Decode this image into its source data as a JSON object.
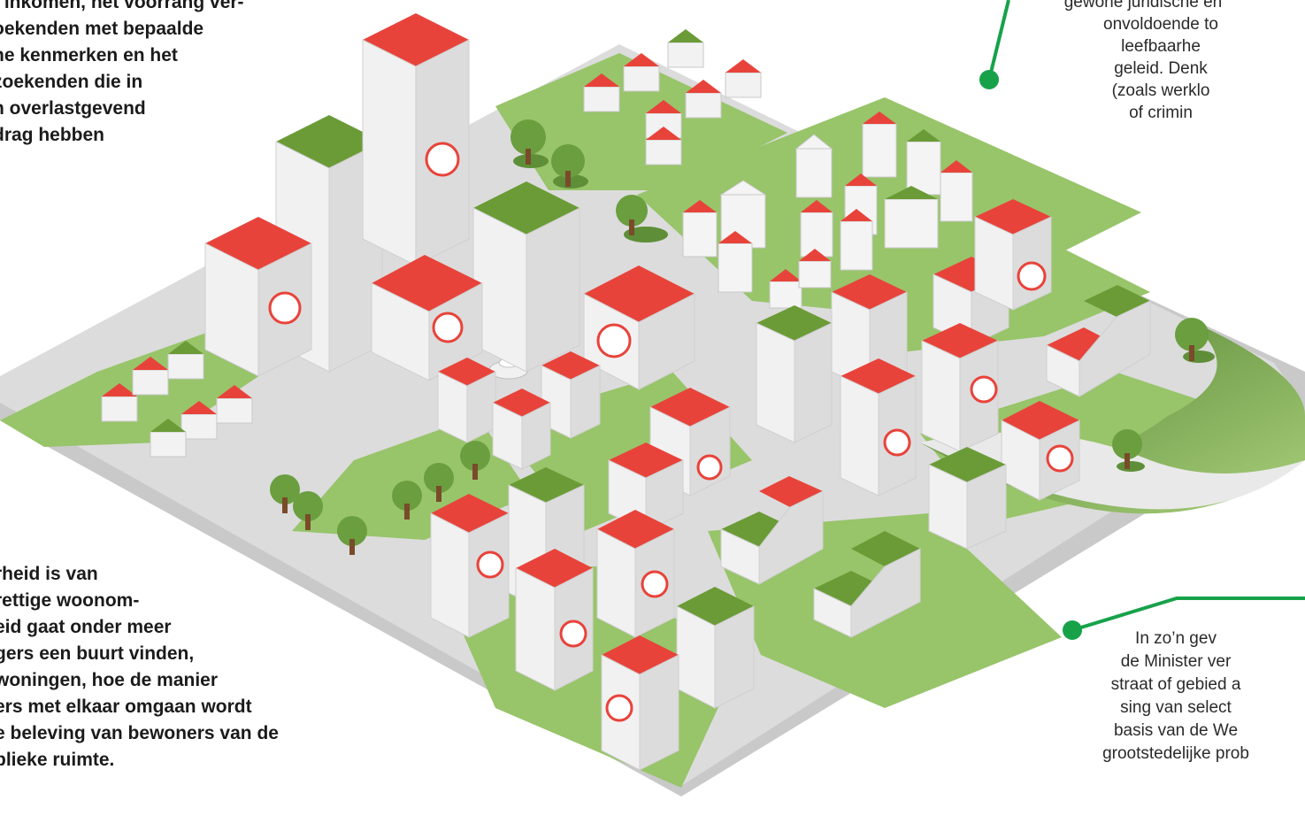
{
  "text_top_left": [
    "t inkomen, het voorrang ver-",
    "oekenden met bepaalde",
    "he kenmerken en het",
    "zoekenden die in",
    "n overlastgevend",
    "drag hebben"
  ],
  "text_bottom_left": [
    "rheid is van",
    "rettige woonom-",
    "eid gaat onder meer",
    "gers een buurt vinden,",
    " woningen, hoe de manier",
    "ers met elkaar omgaan wordt",
    "e beleving van bewoners van de",
    "blieke ruimte."
  ],
  "text_top_right": [
    "gewone juridische en",
    "onvoldoende to",
    "leefbaarhe",
    "geleid. Denk",
    "(zoals werklo",
    "of crimin"
  ],
  "text_bottom_right": [
    "In zo’n gev",
    "de Minister ver",
    "straat of gebied a",
    "sing van select",
    "basis van de We",
    "grootstedelijke prob"
  ],
  "colors": {
    "roof_red": "#e8433a",
    "roof_green": "#6b9b37",
    "grass": "#98c46a",
    "pavement": "#d9d9d9",
    "callout_green": "#17a24a"
  },
  "icons": [
    "alcohol-drugs-icon",
    "vandalism-icon",
    "aggression-icon",
    "noise-icon",
    "weapon-icon"
  ]
}
